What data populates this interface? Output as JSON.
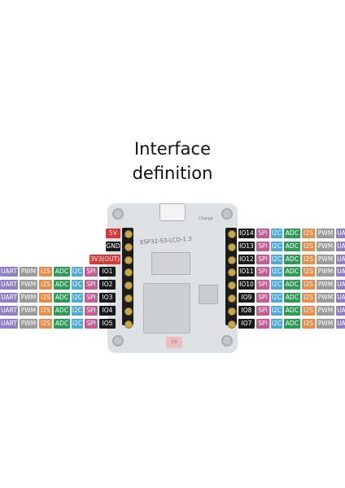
{
  "title_line1": "Interface",
  "title_line2": "definition",
  "board": {
    "model": "ESP32-S3-LCD-1.3",
    "charge_label": "Charge",
    "cap_label": "C3"
  },
  "colors": {
    "uart": "#8f7fc4",
    "pwm": "#9b9b9b",
    "i2s": "#e58d4a",
    "adc": "#2f9a58",
    "i2c": "#4fa8d6",
    "spi": "#c25c93",
    "pin": "#1a1a1a",
    "power": "#d63a36",
    "gnd": "#1a1a1a"
  },
  "power_pins": [
    {
      "label": "5V",
      "kind": "power"
    },
    {
      "label": "GND",
      "kind": "gnd"
    },
    {
      "label": "3V3(OUT)",
      "kind": "power"
    }
  ],
  "left_pins": [
    {
      "pin": "IO1",
      "funcs": [
        "UART",
        "PWM",
        "I2S",
        "ADC",
        "I2C",
        "SPI"
      ]
    },
    {
      "pin": "IO2",
      "funcs": [
        "UART",
        "PWM",
        "I2S",
        "ADC",
        "I2C",
        "SPI"
      ]
    },
    {
      "pin": "IO3",
      "funcs": [
        "UART",
        "PWM",
        "I2S",
        "ADC",
        "I2C",
        "SPI"
      ]
    },
    {
      "pin": "IO4",
      "funcs": [
        "UART",
        "PWM",
        "I2S",
        "ADC",
        "I2C",
        "SPI"
      ]
    },
    {
      "pin": "IO5",
      "funcs": [
        "UART",
        "PWM",
        "I2S",
        "ADC",
        "I2C",
        "SPI"
      ]
    }
  ],
  "right_pins": [
    {
      "pin": "IO14",
      "funcs": [
        "SPI",
        "I2C",
        "ADC",
        "I2S",
        "PWM",
        "UART"
      ]
    },
    {
      "pin": "IO13",
      "funcs": [
        "SPI",
        "I2C",
        "ADC",
        "I2S",
        "PWM",
        "UART"
      ]
    },
    {
      "pin": "IO12",
      "funcs": [
        "SPI",
        "I2C",
        "ADC",
        "I2S",
        "PWM",
        "UART"
      ]
    },
    {
      "pin": "IO11",
      "funcs": [
        "SPI",
        "I2C",
        "ADC",
        "I2S",
        "PWM",
        "UART"
      ]
    },
    {
      "pin": "IO10",
      "funcs": [
        "SPI",
        "I2C",
        "ADC",
        "I2S",
        "PWM",
        "UART"
      ]
    },
    {
      "pin": "IO9",
      "funcs": [
        "SPI",
        "I2C",
        "ADC",
        "I2S",
        "PWM",
        "UART"
      ]
    },
    {
      "pin": "IO8",
      "funcs": [
        "SPI",
        "I2C",
        "ADC",
        "I2S",
        "PWM",
        "UART"
      ]
    },
    {
      "pin": "IO7",
      "funcs": [
        "SPI",
        "I2C",
        "ADC",
        "I2S",
        "PWM",
        "UART"
      ]
    }
  ]
}
